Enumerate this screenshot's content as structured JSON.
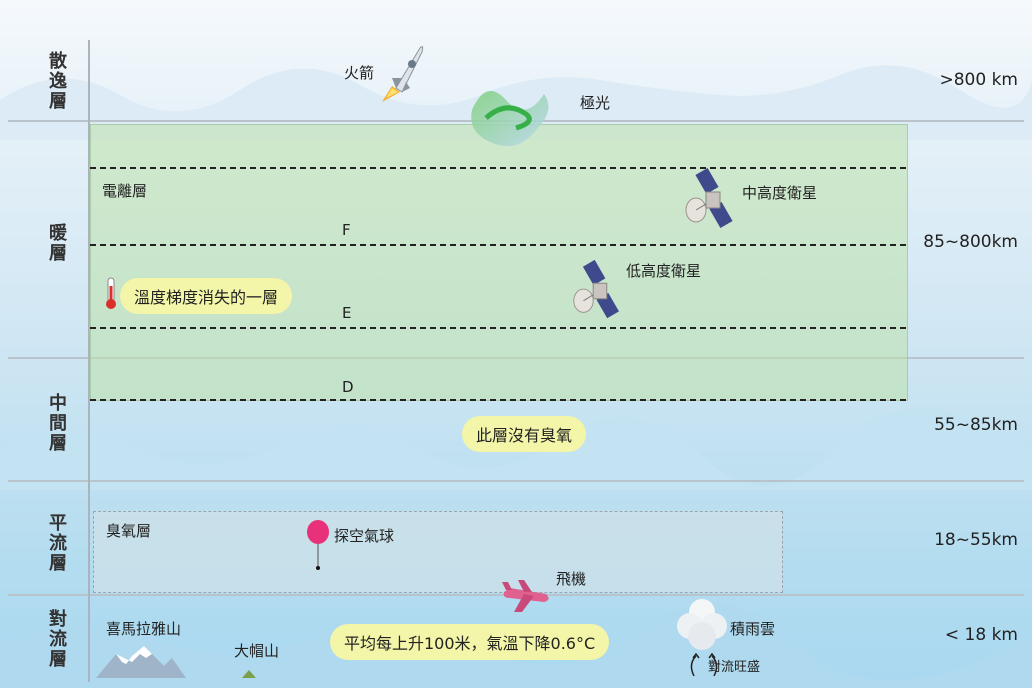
{
  "layers": {
    "exosphere": {
      "name": "散逸層",
      "altitude": ">800 km"
    },
    "thermosphere": {
      "name": "暖層",
      "altitude": "85~800km"
    },
    "mesosphere": {
      "name": "中間層",
      "altitude": "55~85km"
    },
    "stratosphere": {
      "name": "平流層",
      "altitude": "18~55km"
    },
    "troposphere": {
      "name": "對流層",
      "altitude": "< 18 km"
    }
  },
  "labels": {
    "rocket": "火箭",
    "aurora": "極光",
    "ionosphere": "電離層",
    "f_layer": "F",
    "e_layer": "E",
    "d_layer": "D",
    "mid_satellite": "中高度衛星",
    "low_satellite": "低高度衛星",
    "temperature_note": "溫度梯度消失的一層",
    "no_ozone": "此層沒有臭氧",
    "ozone_layer": "臭氧層",
    "balloon": "探空氣球",
    "plane": "飛機",
    "everest": "喜馬拉雅山",
    "tablemountain": "大帽山",
    "lapse_rate": "平均每上升100米，氣溫下降0.6°C",
    "cumulonimbus": "積雨雲",
    "convection": "對流旺盛"
  },
  "icons": [
    "rocket-icon",
    "aurora-icon",
    "satellite-icon",
    "thermometer-icon",
    "balloon-icon",
    "airplane-icon",
    "cloud-icon",
    "mountain-icon"
  ],
  "colors": {
    "thermosphere_box": "#cfe8c0",
    "pill": "#f3f5a8",
    "balloon": "#e8317a",
    "plane": "#e06090"
  }
}
